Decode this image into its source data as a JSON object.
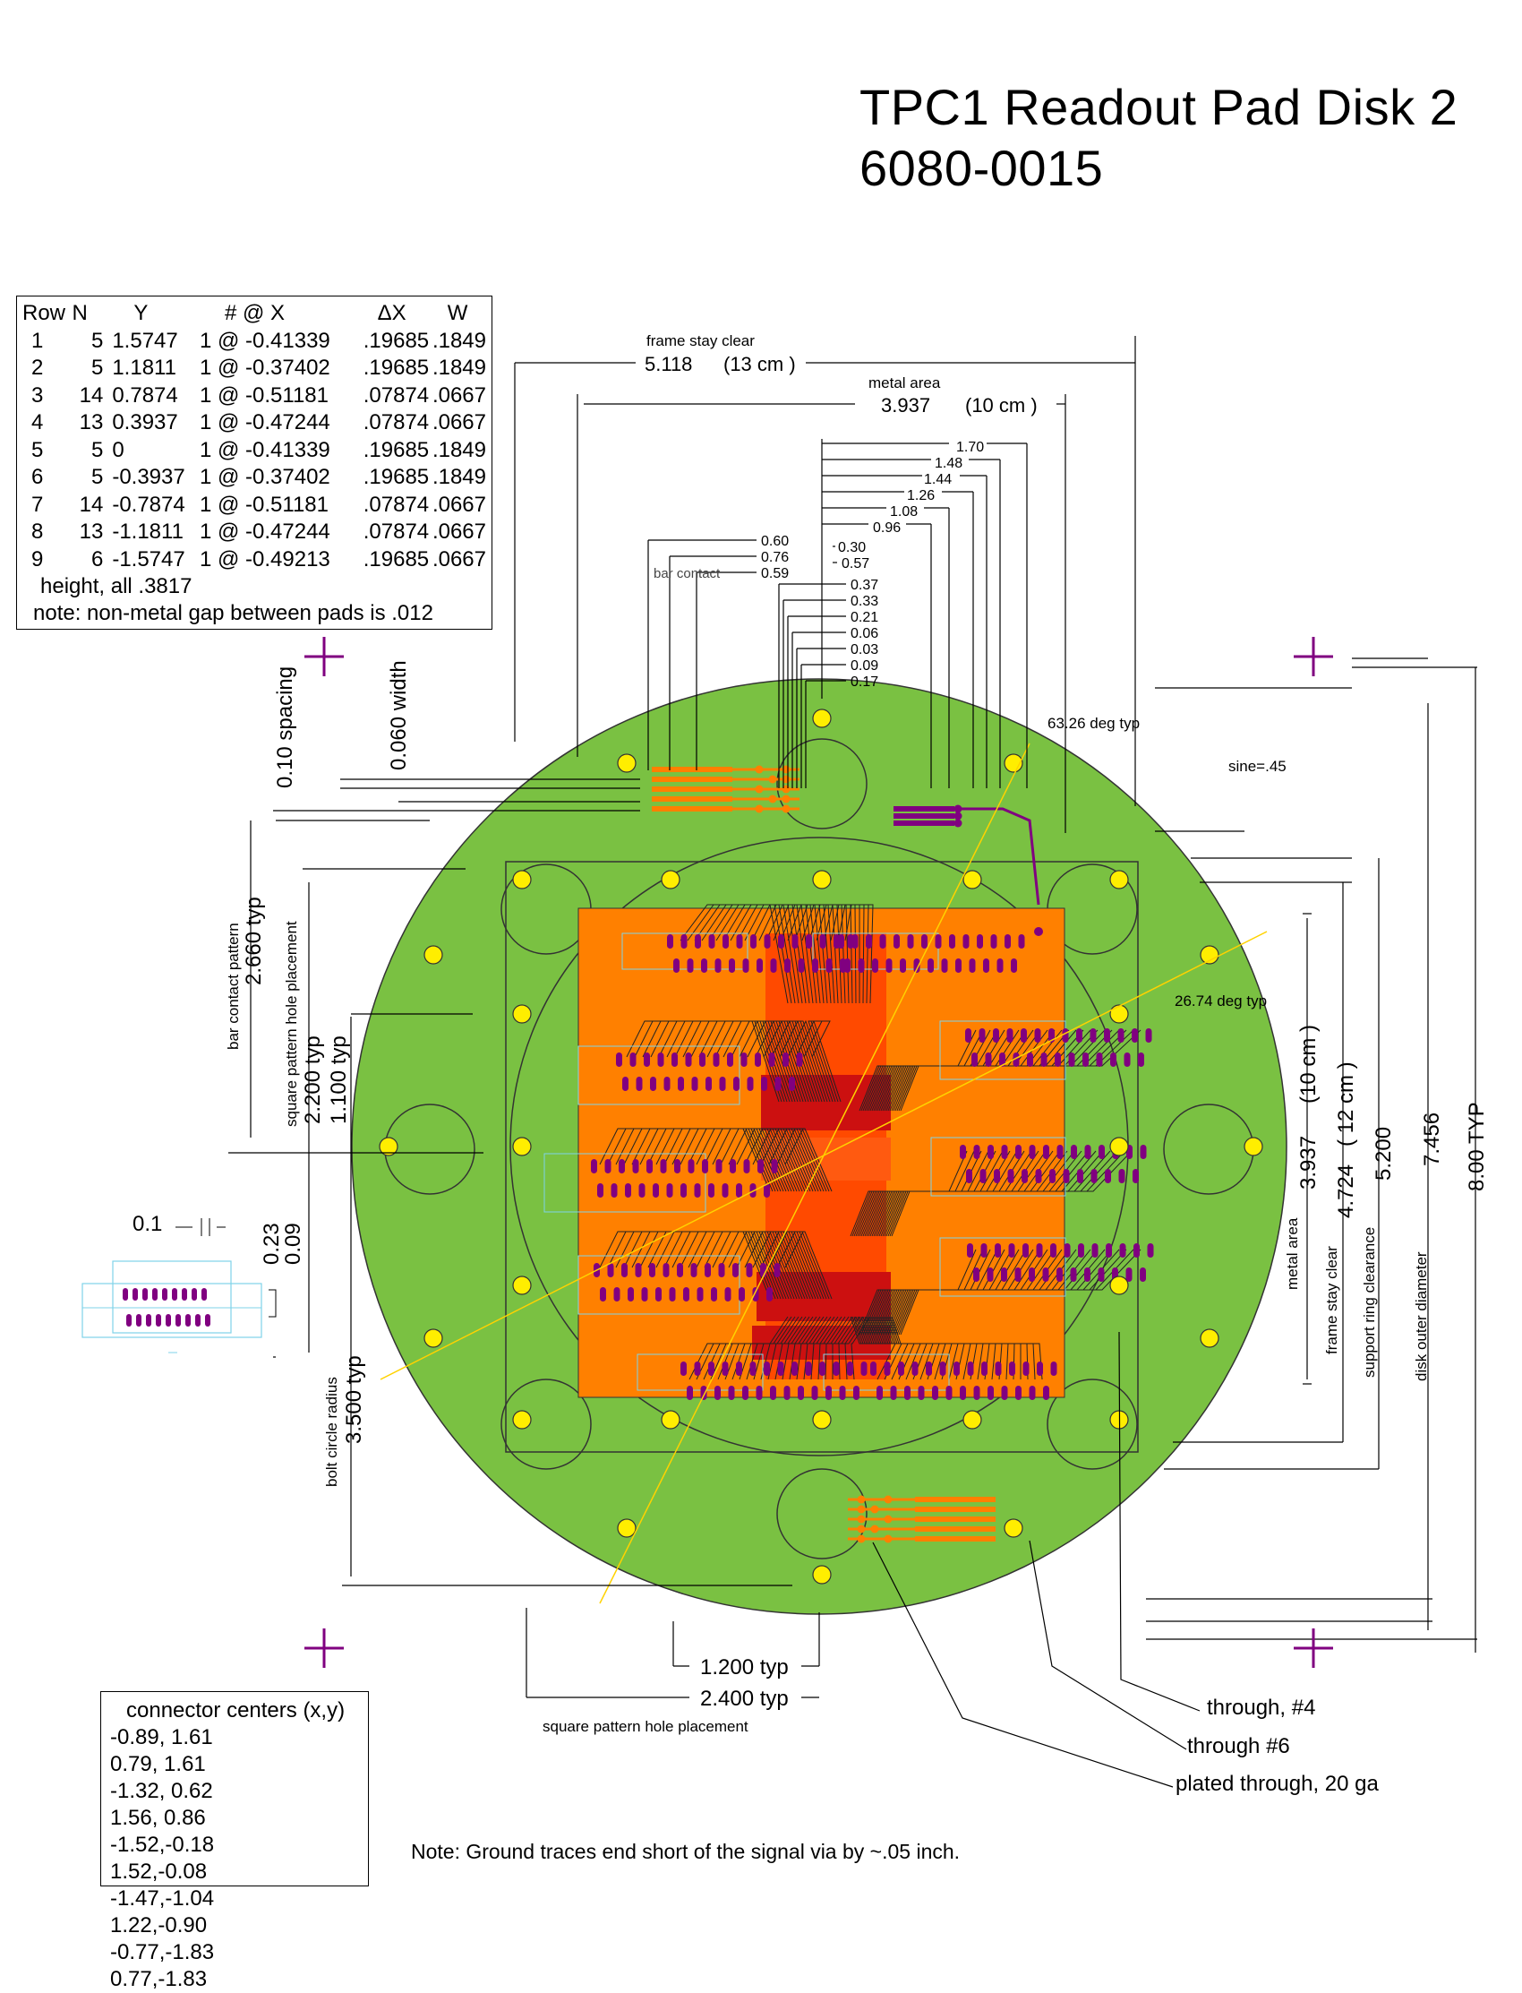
{
  "title": {
    "line1": "TPC1 Readout Pad Disk 2",
    "line2": "6080-0015"
  },
  "row_table": {
    "headers": [
      "Row",
      "N",
      "Y",
      "# @ X",
      "ΔX",
      "W"
    ],
    "rows": [
      [
        "1",
        "5",
        "1.5747",
        "1 @ -0.41339",
        ".19685",
        ".1849"
      ],
      [
        "2",
        "5",
        "1.1811",
        "1 @ -0.37402",
        ".19685",
        ".1849"
      ],
      [
        "3",
        "14",
        "0.7874",
        "1 @ -0.51181",
        ".07874",
        ".0667"
      ],
      [
        "4",
        "13",
        "0.3937",
        "1 @ -0.47244",
        ".07874",
        ".0667"
      ],
      [
        "5",
        "5",
        "0",
        "1 @ -0.41339",
        ".19685",
        ".1849"
      ],
      [
        "6",
        "5",
        "-0.3937",
        "1 @ -0.37402",
        ".19685",
        ".1849"
      ],
      [
        "7",
        "14",
        "-0.7874",
        "1 @ -0.51181",
        ".07874",
        ".0667"
      ],
      [
        "8",
        "13",
        "-1.1811",
        "1 @ -0.47244",
        ".07874",
        ".0667"
      ],
      [
        "9",
        "6",
        "-1.5747",
        "1 @ -0.49213",
        ".19685",
        ".0667"
      ]
    ],
    "height_note": "height, all .3817",
    "gap_note": "note: non-metal gap between pads is .012"
  },
  "connector_table": {
    "header": "connector centers (x,y)",
    "rows": [
      [
        "-0.89, 1.61",
        "0.79, 1.61"
      ],
      [
        "-1.32, 0.62",
        "1.56, 0.86"
      ],
      [
        "-1.52,-0.18",
        "1.52,-0.08"
      ],
      [
        "-1.47,-1.04",
        "1.22,-0.90"
      ],
      [
        "-0.77,-1.83",
        "0.77,-1.83"
      ]
    ]
  },
  "dimensions": {
    "frame_stay_clear_top": "frame stay clear",
    "frame_stay_clear_value": "5.118",
    "frame_stay_clear_cm": "(13 cm )",
    "metal_area_top": "metal area",
    "metal_area_value": "3.937",
    "metal_area_cm": "(10 cm )",
    "bar_contact": "bar contact",
    "top_ticks_right": [
      "1.70",
      "1.48",
      "1.44",
      "1.26",
      "1.08",
      "0.96"
    ],
    "top_ticks_left": [
      "0.60",
      "0.76",
      "0.59"
    ],
    "top_ticks_mid": [
      "0.30",
      "0.57",
      "0.37",
      "0.33",
      "0.21",
      "0.06",
      "0.03",
      "0.09",
      "0.17"
    ],
    "angle_top": "63.26 deg typ",
    "angle_right": "26.74 deg typ",
    "sine": "sine=.45",
    "spacing": "0.10  spacing",
    "width": "0.060 width",
    "bar_contact_pattern": "bar contact pattern",
    "bar_contact_pattern_value": "2.660 typ",
    "square_pattern_hole_placement": "square pattern hole placement",
    "square_pattern_value": "2.200 typ",
    "half_square_value": "1.100 typ",
    "detail_01": "0.1",
    "detail_023": "0.23",
    "detail_009": "0.09",
    "bolt_circle_radius": "bolt circle radius",
    "bolt_circle_value": "3.500 typ",
    "right_metal_area": "metal area",
    "right_metal_area_value": "3.937",
    "right_metal_area_cm": "(10 cm )",
    "right_frame_stay_clear": "frame stay clear",
    "right_frame_value": "4.724",
    "right_frame_cm": "( 12 cm )",
    "support_ring_clearance": "support ring clearance",
    "support_ring_value": "5.200",
    "disk_outer_diameter": "disk outer diameter",
    "disk_outer_value": "7.456",
    "overall_value": "8.00 TYP",
    "bottom_1200": "1.200 typ",
    "bottom_2400": "2.400 typ",
    "bottom_square_pattern": "square pattern hole placement",
    "through_4": "through, #4",
    "through_6": "through #6",
    "plated_through": "plated through, 20 ga",
    "ground_note": "Note:   Ground traces end short of the signal via by  ~.05 inch."
  },
  "colors": {
    "disk": "#7ac142",
    "pad_area": "#ff8000",
    "pad_dark": "#cc1010",
    "pad_mid": "#ff4a00",
    "via": "#800080",
    "hole": "#ffee00",
    "crosshair": "#800080",
    "axis_line": "#ffd200"
  }
}
